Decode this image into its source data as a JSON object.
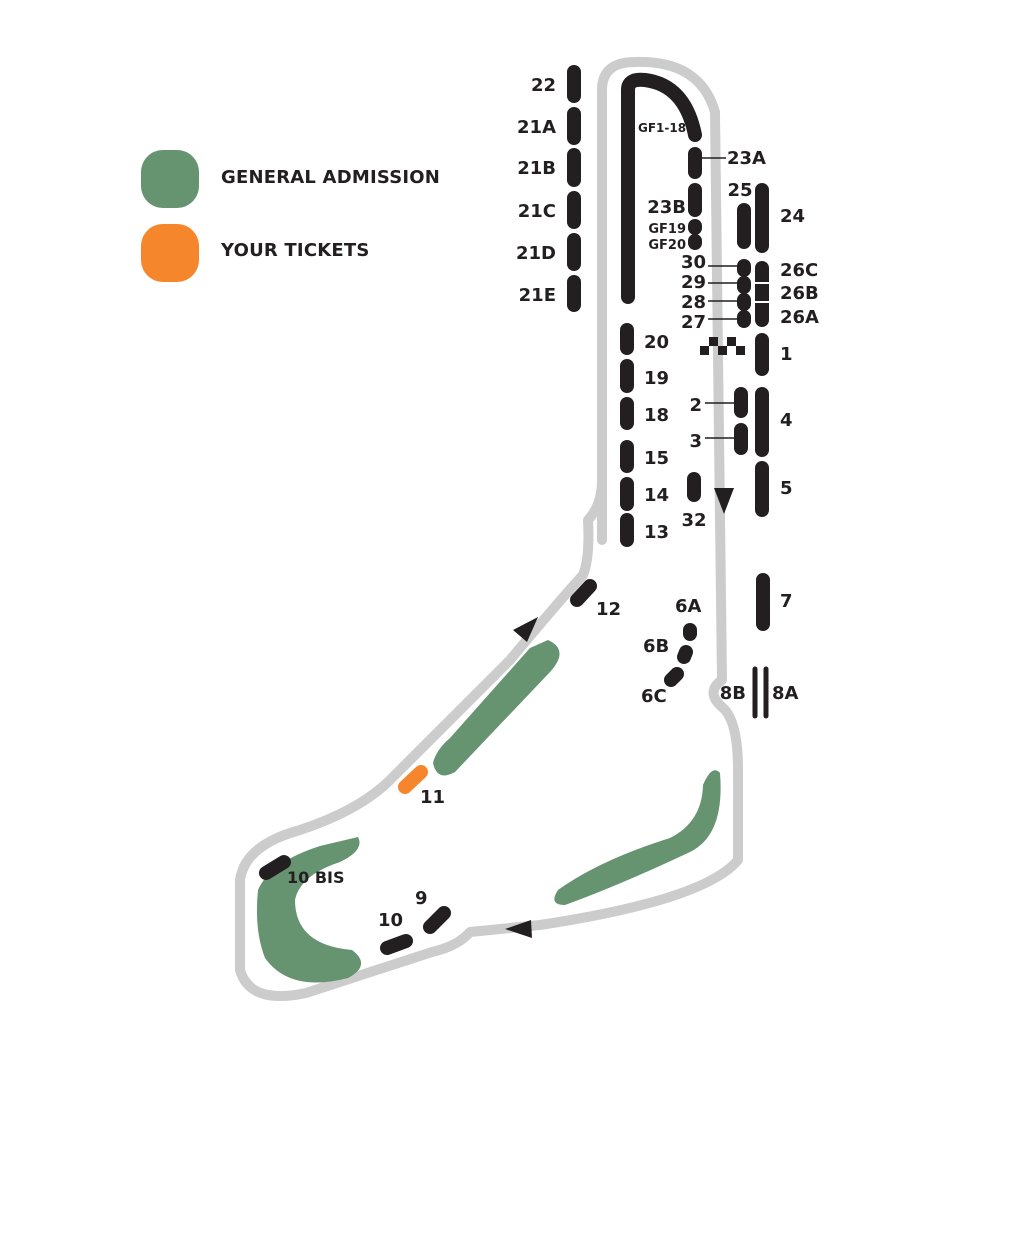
{
  "colors": {
    "track": "#cccccc",
    "stand": "#231f20",
    "general_admission": "#669370",
    "your_tickets": "#f5862b"
  },
  "legend": {
    "general_admission": "GENERAL ADMISSION",
    "your_tickets": "YOUR TICKETS"
  },
  "stands": {
    "s22": "22",
    "s21A": "21A",
    "s21B": "21B",
    "s21C": "21C",
    "s21D": "21D",
    "s21E": "21E",
    "gf118": "GF1-18",
    "s23A": "23A",
    "s23B": "23B",
    "gf19": "GF19",
    "gf20": "GF20",
    "s25": "25",
    "s24": "24",
    "s30": "30",
    "s29": "29",
    "s28": "28",
    "s27": "27",
    "s26C": "26C",
    "s26B": "26B",
    "s26A": "26A",
    "s1": "1",
    "s20": "20",
    "s19": "19",
    "s18": "18",
    "s15": "15",
    "s14": "14",
    "s13": "13",
    "s2": "2",
    "s3": "3",
    "s4": "4",
    "s5": "5",
    "s32": "32",
    "s12": "12",
    "s6A": "6A",
    "s6B": "6B",
    "s6C": "6C",
    "s7": "7",
    "s8B": "8B",
    "s8A": "8A",
    "s11": "11",
    "s10bis": "10 BIS",
    "s9": "9",
    "s10": "10"
  }
}
